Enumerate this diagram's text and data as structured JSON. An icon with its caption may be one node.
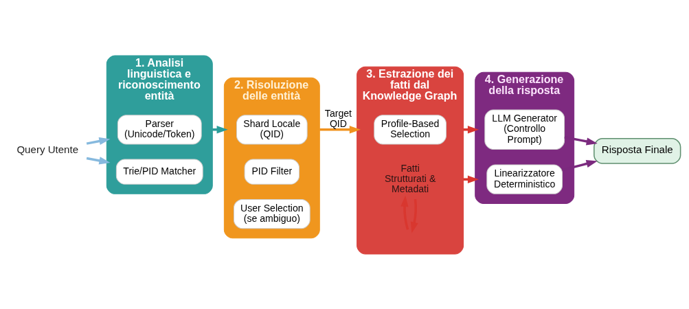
{
  "diagram": {
    "nodes": [
      {
        "text": [
          "Query Utente"
        ]
      },
      {
        "text": [
          "1. Analisi linguistica e riconoscimento entità"
        ]
      },
      {
        "text": [
          "Parser (Unicode/Token)"
        ],
        "in": 1
      },
      {
        "text": [
          "Trie/PID Matcher"
        ],
        "in": 1
      },
      {
        "text": [
          "2. Risoluzione delle entità"
        ]
      },
      {
        "text": [
          "Shard Locale (QID)"
        ],
        "in": 4
      },
      {
        "text": [
          "PID Filter"
        ],
        "in": 4
      },
      {
        "text": [
          "User Selection (se ambiguo)"
        ],
        "in": 4
      },
      {
        "text": [
          "3. Estrazione dei fatti dal Knowledge Graph"
        ]
      },
      {
        "text": [
          "Profile-Based Selection"
        ],
        "in": 8
      },
      {
        "text": [
          "Fatti Strutturati & Metadati"
        ],
        "in": 8
      },
      {
        "text": [
          "4. Generazione della risposta"
        ]
      },
      {
        "text": [
          "LLM Generator (Controllo Prompt)"
        ],
        "in": 11
      },
      {
        "text": [
          "Linearizzatore Deterministico"
        ],
        "in": 11
      },
      {
        "text": [
          "Risposta Finale"
        ]
      }
    ],
    "edges": [
      {
        "from": 0,
        "to": 1,
        "arrow": "to",
        "color": "#86b9de"
      },
      {
        "from": 0,
        "to": 1,
        "arrow": "to",
        "color": "#86b9de"
      },
      {
        "from": 1,
        "to": 4,
        "arrow": "to",
        "color": "#2a9d9a"
      },
      {
        "from": 4,
        "to": 8,
        "arrow": "to",
        "label": "Target QID",
        "color": "#f0921e"
      },
      {
        "from": 8,
        "to": 11,
        "arrow": "to",
        "color": "#d9372f"
      },
      {
        "from": 8,
        "to": 11,
        "arrow": "to",
        "color": "#d9372f"
      },
      {
        "from": 10,
        "to": null,
        "arrow": "to",
        "color": "#d9372f"
      },
      {
        "from": null,
        "to": 10,
        "arrow": "to",
        "color": "#d9372f"
      },
      {
        "from": 12,
        "to": 14,
        "arrow": "to",
        "color": "#7b2a7e"
      },
      {
        "from": 13,
        "to": 14,
        "arrow": "to",
        "color": "#7b2a7e"
      }
    ]
  }
}
